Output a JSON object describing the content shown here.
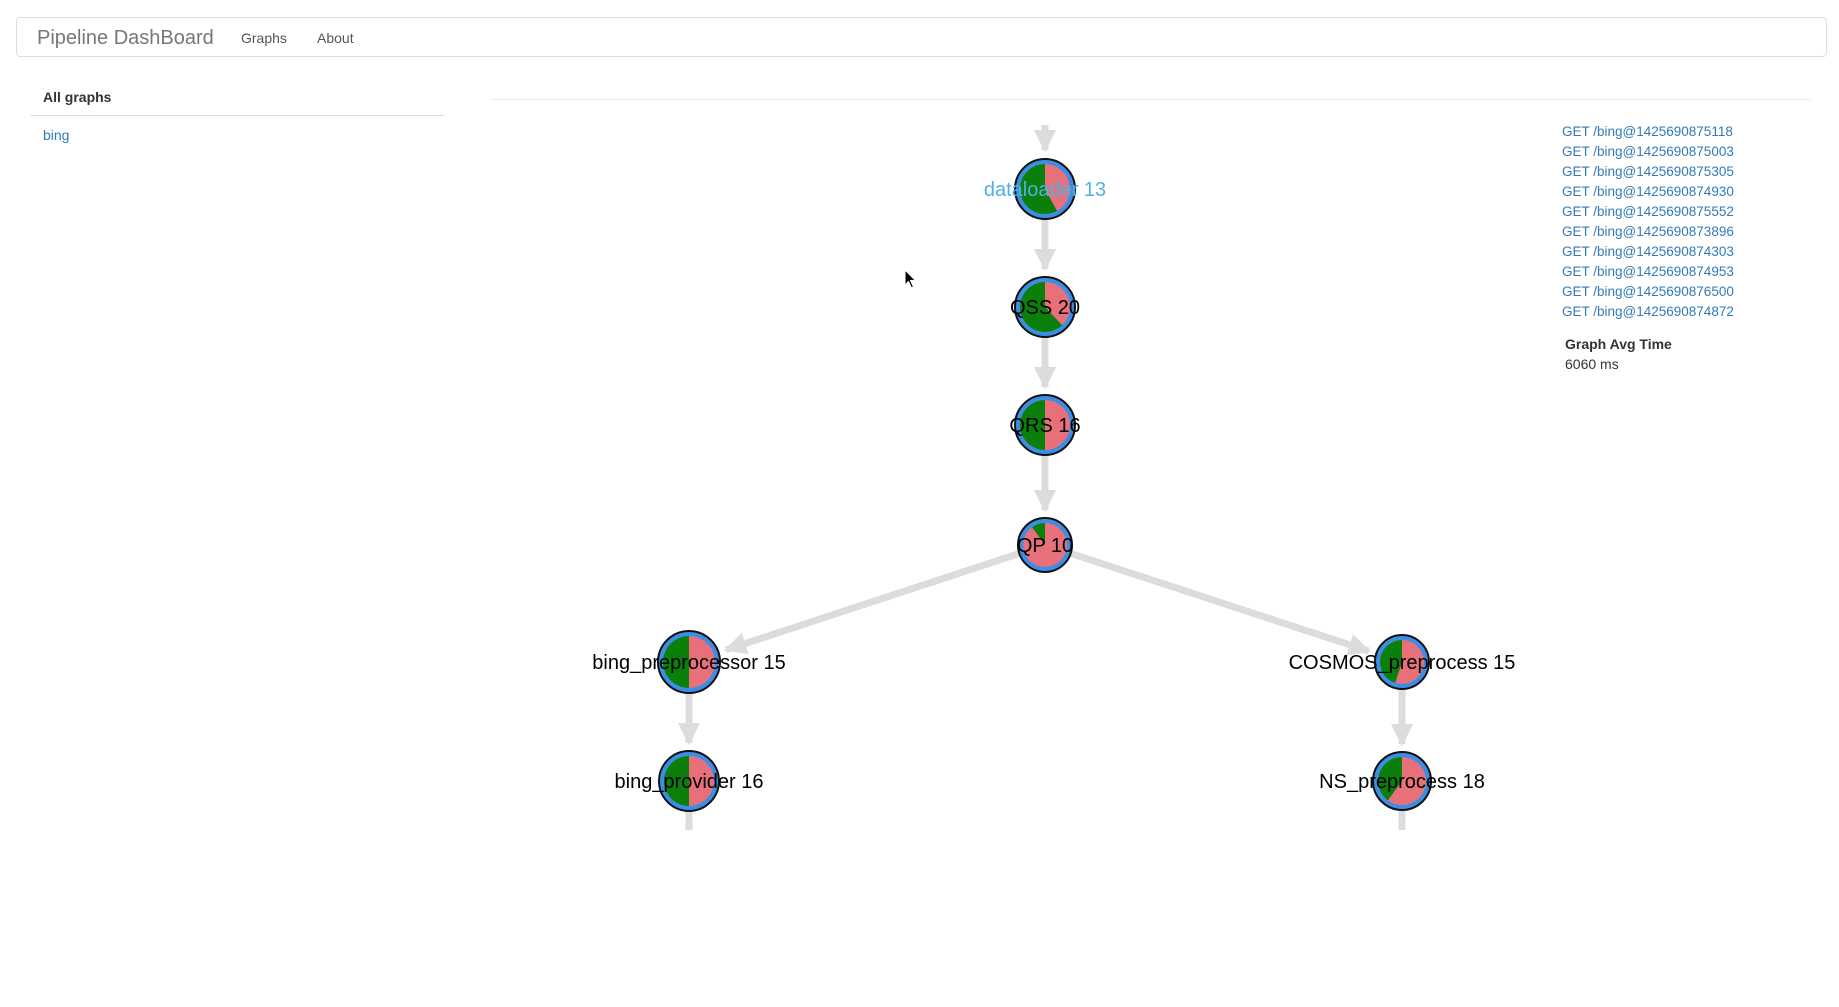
{
  "navbar": {
    "brand": "Pipeline DashBoard",
    "links": [
      "Graphs",
      "About"
    ]
  },
  "sidebar": {
    "heading": "All graphs",
    "items": [
      {
        "label": "bing"
      }
    ]
  },
  "graph": {
    "nodes": [
      {
        "id": "dataloader",
        "label": "dataloader 13",
        "highlight": true
      },
      {
        "id": "qss",
        "label": "QSS 20",
        "highlight": false
      },
      {
        "id": "qrs",
        "label": "QRS 16",
        "highlight": false
      },
      {
        "id": "qp",
        "label": "QP 10",
        "highlight": false
      },
      {
        "id": "bing_preprocessor",
        "label": "bing_preprocessor 15",
        "highlight": false
      },
      {
        "id": "bing_provider",
        "label": "bing_provider 16",
        "highlight": false
      },
      {
        "id": "cosmos_preprocess",
        "label": "COSMOS_preprocess 15",
        "highlight": false
      },
      {
        "id": "ns_preprocess",
        "label": "NS_preprocess 18",
        "highlight": false
      }
    ],
    "edges": [
      [
        "dataloader",
        "qss"
      ],
      [
        "qss",
        "qrs"
      ],
      [
        "qrs",
        "qp"
      ],
      [
        "qp",
        "bing_preprocessor"
      ],
      [
        "qp",
        "cosmos_preprocess"
      ],
      [
        "bing_preprocessor",
        "bing_provider"
      ],
      [
        "cosmos_preprocess",
        "ns_preprocess"
      ]
    ],
    "colors": {
      "ring": "#3a8ee6",
      "green": "#0a7f0a",
      "red": "#e8707b",
      "edge": "#dcdcdc",
      "label_highlight": "#4fb1e3"
    }
  },
  "requests": [
    "GET /bing@1425690875118",
    "GET /bing@1425690875003",
    "GET /bing@1425690875305",
    "GET /bing@1425690874930",
    "GET /bing@1425690875552",
    "GET /bing@1425690873896",
    "GET /bing@1425690874303",
    "GET /bing@1425690874953",
    "GET /bing@1425690876500",
    "GET /bing@1425690874872"
  ],
  "stats": {
    "avg_title": "Graph Avg Time",
    "avg_value": "6060 ms"
  }
}
